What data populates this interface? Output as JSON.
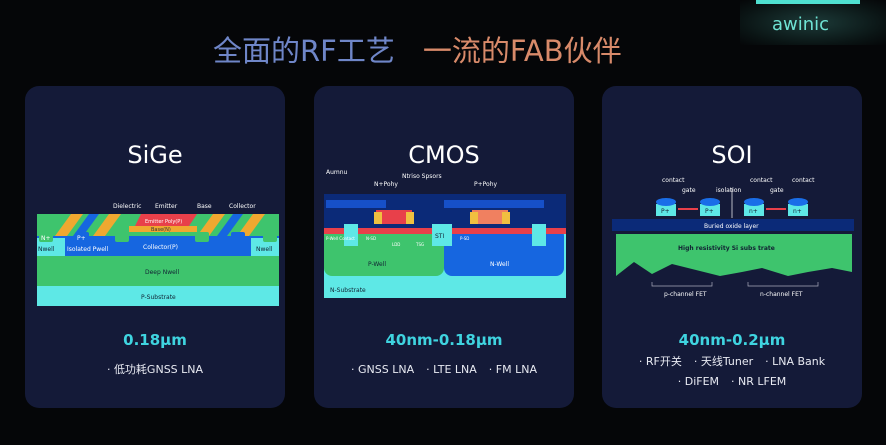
{
  "header": {
    "title_part1": "全面的RF工艺",
    "title_part2": "一流的FAB伙伴",
    "logo": "awinic"
  },
  "cards": [
    {
      "title": "SiGe",
      "node": "0.18μm",
      "apps": [
        "低功耗GNSS LNA"
      ],
      "labels": {
        "dielectric": "Dielectric",
        "emitter": "Emitter",
        "base": "Base",
        "collector": "Collector",
        "emitter_poly": "Emitter Poly(P)",
        "base_n": "Base(N)",
        "n_plus": "N+",
        "p_plus": "P+",
        "nwell": "Nwell",
        "isolated_pwell": "Isolated Pwell",
        "collector_p": "Collector(P)",
        "deep_nwell": "Deep Nwell",
        "p_substrate": "P-Substrate"
      }
    },
    {
      "title": "CMOS",
      "node": "40nm-0.18μm",
      "apps": [
        "GNSS LNA",
        "LTE LNA",
        "FM LNA"
      ],
      "labels": {
        "aumnu": "Aumnu",
        "n_poly": "N+Pohy",
        "spacers": "Ntriso Spsors",
        "p_poly": "P+Pohy",
        "sti": "STI",
        "p_well": "P-Well",
        "n_well": "N-Well",
        "n_substrate": "N-Substrate",
        "p_well_contact": "P-Well Contact",
        "n_sd": "N-SD",
        "p_sd": "P-SD",
        "ldd": "LDD",
        "tsg": "TSG"
      }
    },
    {
      "title": "SOI",
      "node": "40nm-0.2μm",
      "apps": [
        "RF开关",
        "天线Tuner",
        "LNA Bank",
        "DiFEM",
        "NR LFEM"
      ],
      "labels": {
        "contact": "contact",
        "gate": "gate",
        "isolation": "isolation",
        "p_plus": "P+",
        "n_plus": "n+",
        "buried_oxide": "Buried oxide layer",
        "substrate": "High resistivity Si subs trate",
        "p_fet": "p-channel FET",
        "n_fet": "n-channel FET"
      }
    }
  ],
  "colors": {
    "green": "#3ec46d",
    "blue": "#1666e0",
    "cyan": "#5ee8e6",
    "orange": "#f0a830",
    "red": "#e8404a",
    "navy": "#0b2a78"
  }
}
